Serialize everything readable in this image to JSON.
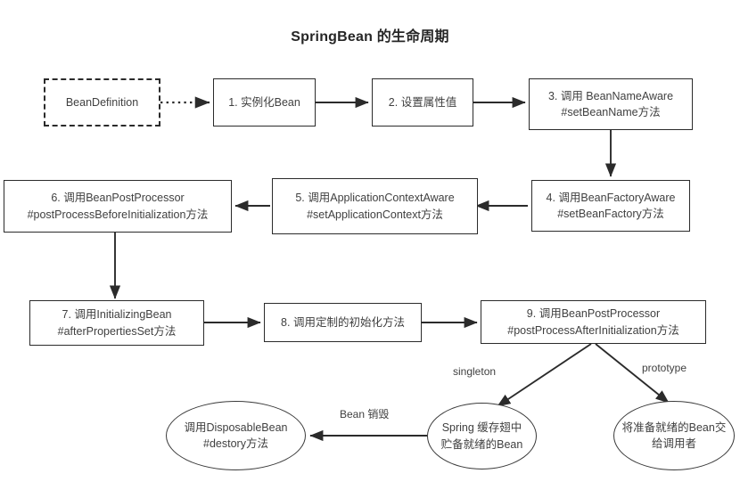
{
  "diagram": {
    "title": "SpringBean 的生命周期",
    "type": "flowchart",
    "background": "#ffffff",
    "stroke_color": "#2b2b2b",
    "text_color": "#404040",
    "nodes": [
      {
        "id": "beandefinition",
        "label": "BeanDefinition",
        "shape": "dashed-rect"
      },
      {
        "id": "step1",
        "label": "1. 实例化Bean",
        "shape": "rect"
      },
      {
        "id": "step2",
        "label": "2. 设置属性值",
        "shape": "rect"
      },
      {
        "id": "step3",
        "label": "3. 调用 BeanNameAware\n#setBeanName方法",
        "shape": "rect"
      },
      {
        "id": "step4",
        "label": "4. 调用BeanFactoryAware\n#setBeanFactory方法",
        "shape": "rect"
      },
      {
        "id": "step5",
        "label": "5. 调用ApplicationContextAware\n#setApplicationContext方法",
        "shape": "rect"
      },
      {
        "id": "step6",
        "label": "6. 调用BeanPostProcessor\n#postProcessBeforeInitialization方法",
        "shape": "rect"
      },
      {
        "id": "step7",
        "label": "7. 调用InitializingBean\n#afterPropertiesSet方法",
        "shape": "rect"
      },
      {
        "id": "step8",
        "label": "8. 调用定制的初始化方法",
        "shape": "rect"
      },
      {
        "id": "step9",
        "label": "9. 调用BeanPostProcessor\n#postProcessAfterInitialization方法",
        "shape": "rect"
      },
      {
        "id": "disposable",
        "label": "调用DisposableBean\n#destory方法",
        "shape": "ellipse"
      },
      {
        "id": "cache",
        "label": "Spring 缓存翅中\n贮备就绪的Bean",
        "shape": "ellipse"
      },
      {
        "id": "handover",
        "label": "将准备就绪的Bean交\n给调用者",
        "shape": "ellipse"
      }
    ],
    "edges": [
      {
        "from": "beandefinition",
        "to": "step1",
        "style": "dotted",
        "label": ""
      },
      {
        "from": "step1",
        "to": "step2",
        "style": "solid",
        "label": ""
      },
      {
        "from": "step2",
        "to": "step3",
        "style": "solid",
        "label": ""
      },
      {
        "from": "step3",
        "to": "step4",
        "style": "solid",
        "label": ""
      },
      {
        "from": "step4",
        "to": "step5",
        "style": "solid",
        "label": ""
      },
      {
        "from": "step5",
        "to": "step6",
        "style": "solid",
        "label": ""
      },
      {
        "from": "step6",
        "to": "step7",
        "style": "solid",
        "label": ""
      },
      {
        "from": "step7",
        "to": "step8",
        "style": "solid",
        "label": ""
      },
      {
        "from": "step8",
        "to": "step9",
        "style": "solid",
        "label": ""
      },
      {
        "from": "step9",
        "to": "cache",
        "style": "solid",
        "label": "singleton"
      },
      {
        "from": "step9",
        "to": "handover",
        "style": "solid",
        "label": "prototype"
      },
      {
        "from": "cache",
        "to": "disposable",
        "style": "solid",
        "label": "Bean 销毁"
      }
    ],
    "edge_labels": {
      "singleton": "singleton",
      "prototype": "prototype",
      "bean_destroy": "Bean 销毁"
    }
  }
}
